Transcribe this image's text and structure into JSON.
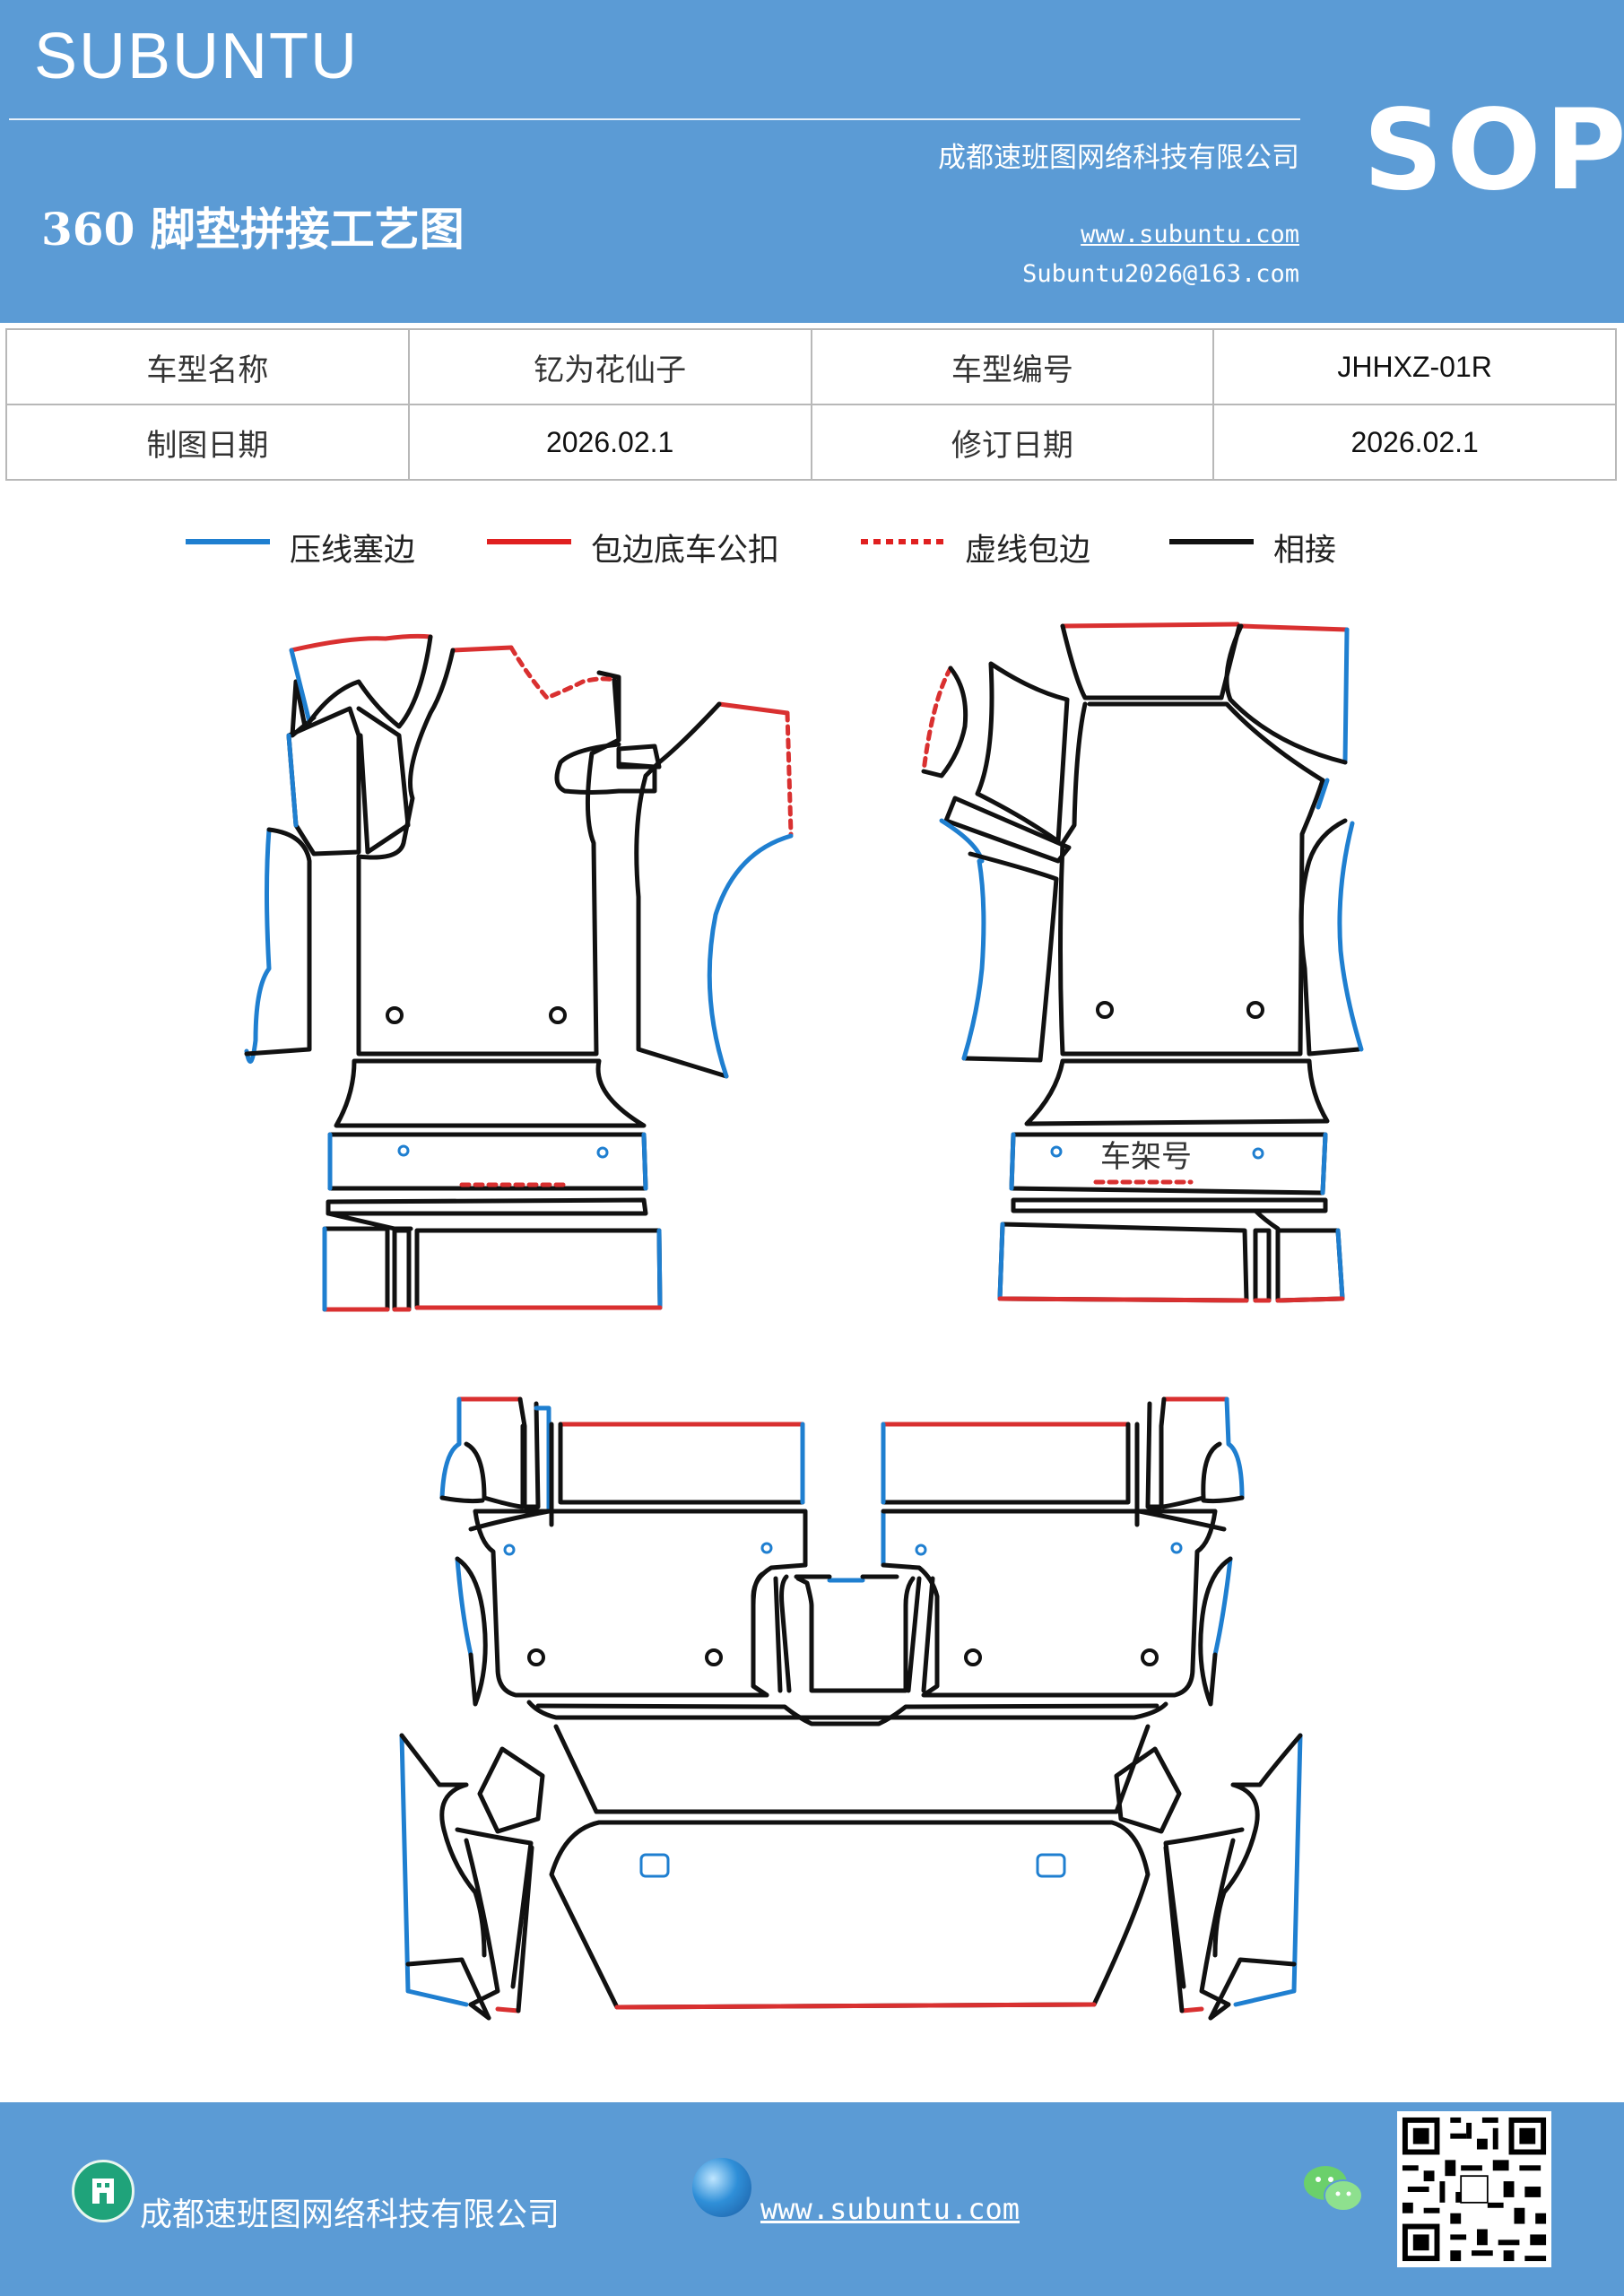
{
  "header": {
    "brand": "SUBUNTU",
    "company": "成都速班图网络科技有限公司",
    "title": "360 脚垫拼接工艺图",
    "website": "www.subuntu.com",
    "email": "Subuntu2026@163.com",
    "badge": "SOP"
  },
  "info_table": {
    "model_name_label": "车型名称",
    "model_name_value": "钇为花仙子",
    "model_code_label": "车型编号",
    "model_code_value": "JHHXZ-01R",
    "draw_date_label": "制图日期",
    "draw_date_value": "2026.02.1",
    "revise_date_label": "修订日期",
    "revise_date_value": "2026.02.1"
  },
  "legend": [
    {
      "label": "压线塞边",
      "color": "#1f7fd0",
      "style": "solid"
    },
    {
      "label": "包边底车公扣",
      "color": "#e02020",
      "style": "solid"
    },
    {
      "label": "虚线包边",
      "color": "#e02020",
      "style": "dotted"
    },
    {
      "label": "相接",
      "color": "#111111",
      "style": "solid"
    }
  ],
  "drawing": {
    "vin_label": "车架号"
  },
  "footer": {
    "company": "成都速班图网络科技有限公司",
    "website": "www.subuntu.com",
    "company_icon": "building-icon",
    "web_icon": "globe-icon",
    "chat_icon": "wechat-icon",
    "qr_code": "qr-code"
  }
}
